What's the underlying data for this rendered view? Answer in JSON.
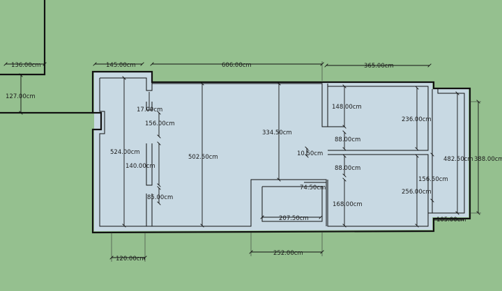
{
  "colors": {
    "ground": "#95c08f",
    "floor": "#c8d9e3",
    "wall": "#111111",
    "dim": "#111111"
  },
  "dimensions": {
    "d136": "136.00cm",
    "d127": "127.00cm",
    "d145": "145.00cm",
    "d606": "606.00cm",
    "d365": "365.00cm",
    "d17": "17.00cm",
    "d156": "156.00cm",
    "d524": "524.00cm",
    "d140": "140.00cm",
    "d85": "85.00cm",
    "d120": "120.00cm",
    "d502": "502.50cm",
    "d334": "334.50cm",
    "d148": "148.00cm",
    "d88a": "88.00cm",
    "d10": "10.50cm",
    "d88b": "88.00cm",
    "d74": "74.50cm",
    "d168": "168.00cm",
    "d207": "207.50cm",
    "d252": "252.00cm",
    "d236": "236.00cm",
    "d256": "256.00cm",
    "d156b": "156.50cm",
    "d482": "482.50cm",
    "d388": "388.00cm",
    "d105": "105.00cm"
  }
}
